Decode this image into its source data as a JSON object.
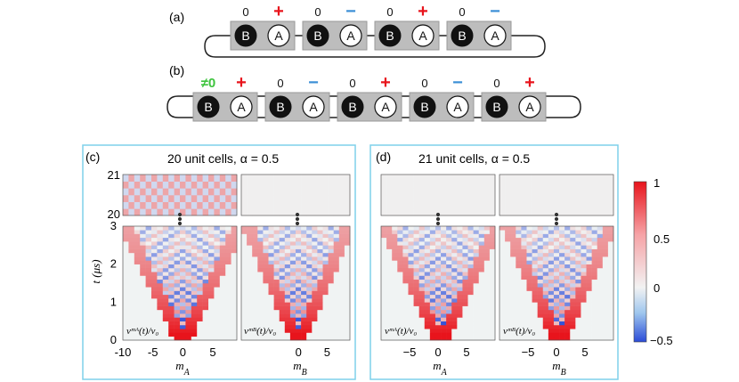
{
  "panel_a": {
    "label": "(a)",
    "marks": [
      "0",
      "+",
      "0",
      "−",
      "0",
      "+",
      "0",
      "−"
    ],
    "site_b": "B",
    "site_a": "A"
  },
  "panel_b": {
    "label": "(b)",
    "marks": [
      "≠0",
      "+",
      "0",
      "−",
      "0",
      "+",
      "0",
      "−",
      "0",
      "+"
    ],
    "site_b": "B",
    "site_a": "A"
  },
  "panel_c": {
    "label": "(c)",
    "title": "20 unit cells, α = 0.5",
    "ylabel": "t (μs)",
    "left_inset": "vᵐᴬ(t)/v₀",
    "right_inset": "vᵐᴮ(t)/v₀",
    "left_xlabel": "m_A",
    "right_xlabel": "m_B",
    "left_xticks": [
      "-10",
      "-5",
      "0",
      "5"
    ],
    "right_xticks": [
      "0",
      "5"
    ],
    "yticks_bottom": [
      "0",
      "1",
      "2",
      "3"
    ],
    "yticks_top": [
      "20",
      "21"
    ]
  },
  "panel_d": {
    "label": "(d)",
    "title": "21 unit cells, α = 0.5",
    "left_inset": "vᵐᴬ(t)/v₀",
    "right_inset": "vᵐᴮ(t)/v₀",
    "left_xlabel": "m_A",
    "right_xlabel": "m_B",
    "left_xticks": [
      "−5",
      "0",
      "5"
    ],
    "right_xticks": [
      "−5",
      "0",
      "5"
    ]
  },
  "colorbar": {
    "ticks": [
      "1",
      "0.5",
      "0",
      "−0.5"
    ],
    "colors": {
      "high": "#e8141c",
      "mid": "#f2f2f2",
      "low": "#2a4bd7"
    }
  },
  "colors": {
    "plus": "#e8141c",
    "minus": "#3b8fd6",
    "nonzero": "#3ec43e",
    "frame": "#7fd0ea",
    "cell": "#bdbdbd"
  },
  "chart_data": {
    "type": "heatmap",
    "zlim": [
      -0.5,
      1
    ],
    "panels": [
      "20 unit cells, α = 0.5",
      "21 unit cells, α = 0.5"
    ],
    "ylim": [
      0,
      3
    ],
    "ylim_top": [
      20,
      21
    ]
  }
}
